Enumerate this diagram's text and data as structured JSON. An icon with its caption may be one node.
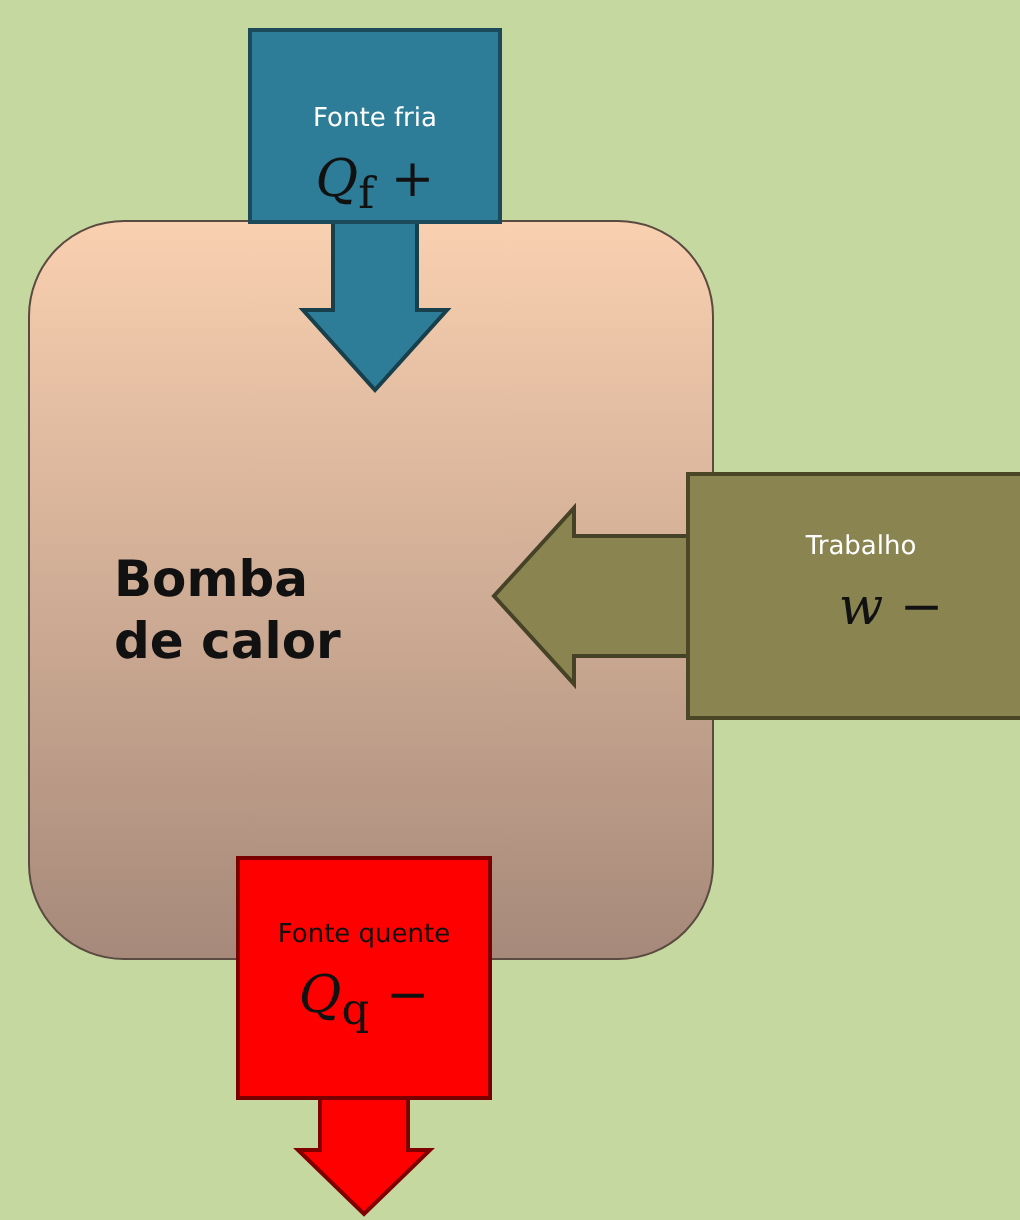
{
  "diagram": {
    "nodes": [
      {
        "text": [
          "Bomba de calor"
        ]
      },
      {
        "text": [
          "Fonte fria",
          "*Q*$_{f}$ +"
        ]
      },
      {
        "text": [
          "Trabalho",
          "*w* −"
        ]
      },
      {
        "text": [
          "Fonte quente",
          "*Q*$_{q}$ −"
        ]
      }
    ],
    "edges": [
      {
        "from": 1,
        "to": 0,
        "arrow": "to",
        "color": "#2d7d98"
      },
      {
        "from": 2,
        "to": 0,
        "arrow": "to",
        "color": "#8a8450"
      },
      {
        "from": 3,
        "to": null,
        "arrow": "to",
        "color": "#ff0000"
      }
    ]
  }
}
